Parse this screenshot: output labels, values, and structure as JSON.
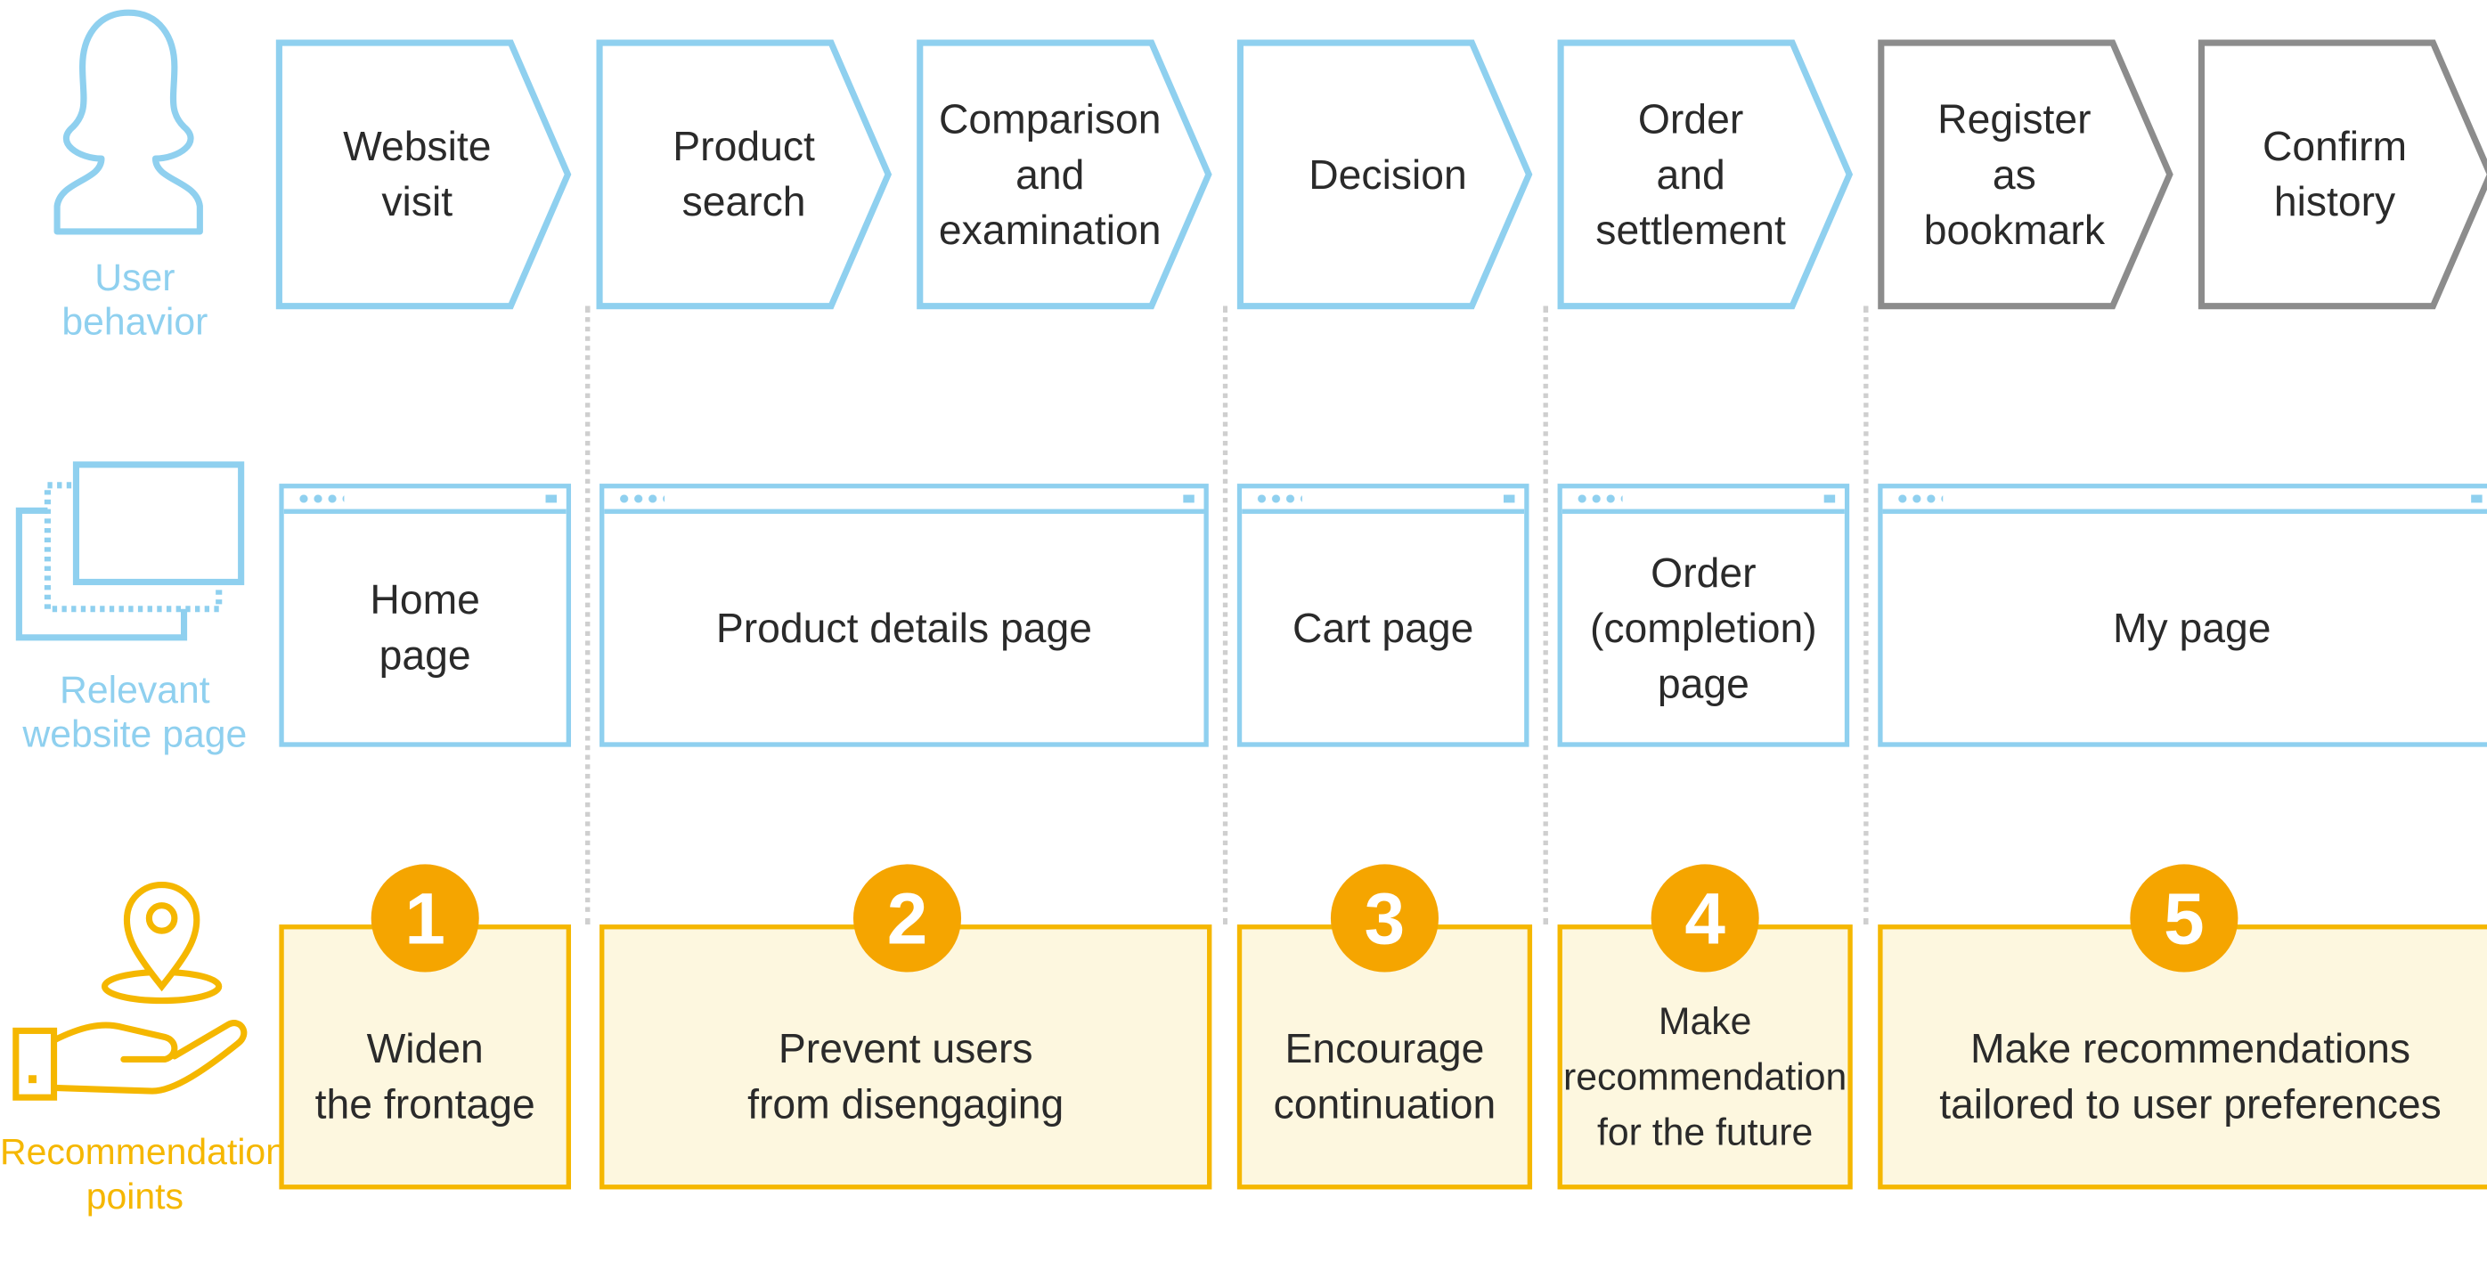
{
  "colors": {
    "blue": "#8fd0ef",
    "gray": "#8c8c8c",
    "orange": "#f5b700",
    "badge": "#f5a500",
    "rec_fill": "#fdf7df"
  },
  "icons": [
    "user-silhouette-icon",
    "browser-windows-icon",
    "location-pin-hand-icon"
  ],
  "rows": {
    "user_behavior": "User\nbehavior",
    "website_page": "Relevant\nwebsite page",
    "recommendation": "Recommendation\npoints"
  },
  "steps": [
    {
      "label": "Website\nvisit",
      "style": "blue"
    },
    {
      "label": "Product\nsearch",
      "style": "blue"
    },
    {
      "label": "Comparison\nand\nexamination",
      "style": "blue"
    },
    {
      "label": "Decision",
      "style": "blue"
    },
    {
      "label": "Order\nand\nsettlement",
      "style": "blue"
    },
    {
      "label": "Register\nas\nbookmark",
      "style": "gray"
    },
    {
      "label": "Confirm\nhistory",
      "style": "gray"
    }
  ],
  "pages": [
    {
      "label": "Home\npage"
    },
    {
      "label": "Product details page"
    },
    {
      "label": "Cart page"
    },
    {
      "label": "Order\n(completion)\npage"
    },
    {
      "label": "My page"
    }
  ],
  "points": [
    {
      "number": "1",
      "label": "Widen\nthe frontage"
    },
    {
      "number": "2",
      "label": "Prevent users\nfrom disengaging"
    },
    {
      "number": "3",
      "label": "Encourage\ncontinuation"
    },
    {
      "number": "4",
      "label": "Make\nrecommendation\nfor the future"
    },
    {
      "number": "5",
      "label": "Make recommendations\ntailored to user preferences"
    }
  ]
}
